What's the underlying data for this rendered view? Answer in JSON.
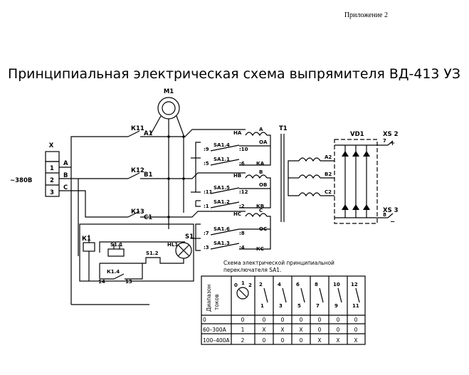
{
  "header": {
    "appendix": "Приложение 2"
  },
  "title": "Принципиальная электрическая схема выпрямителя ВД-413 УЗ",
  "labels": {
    "motor": "М1",
    "connector_x": "X",
    "voltage": "~380В",
    "term_1": "1",
    "term_2": "2",
    "term_3": "3",
    "phase_a": "A",
    "phase_b": "B",
    "phase_c": "C",
    "k11": "К11",
    "k12": "К12",
    "k13": "К13",
    "a1": "А1",
    "b1": "В1",
    "c1": "С1",
    "k1": "К1",
    "s11": "S1.1",
    "s12": "S1.2",
    "s1": "S1",
    "hl1": "HL1",
    "k14": "К1.4",
    "n14": "14",
    "n13": "13",
    "sa14": "SA1.4",
    "sa11": "SA1.1",
    "sa15": "SA1.5",
    "sa12": "SA1.2",
    "sa16": "SA1.6",
    "sa13": "SA1.3",
    "p9": ":9",
    "p10": ":10",
    "p5": ":5",
    "p6": ":6",
    "p11": ":11",
    "p12": ":12",
    "p1": ":1",
    "p2": ":2",
    "p7": ":7",
    "p8": ":8",
    "p3": ":3",
    "p4": ":4",
    "ha": "НА",
    "hb": "НВ",
    "hc": "НС",
    "oa": "ОА",
    "ka": "КА",
    "ob": "ОВ",
    "kb": "КВ",
    "oc": "ОС",
    "kc": "КС",
    "ta": "A",
    "tb": "B",
    "tc": "C",
    "t1": "Т1",
    "a2": "А2",
    "b2": "В2",
    "c2": "С2",
    "vd1": "VD1",
    "xs2": "XS 2",
    "xs3": "XS 3",
    "plus": "+",
    "minus": "−",
    "n7": "7",
    "n8": "8"
  },
  "switch_table": {
    "caption_line1": "Схема электрической принципиальной",
    "caption_line2": "переключателя SA1.",
    "range_header_line1": "Диапазон",
    "range_header_line2": "токов",
    "top_pins": [
      "2",
      "4",
      "6",
      "8",
      "10",
      "12"
    ],
    "bottom_pins": [
      "1",
      "3",
      "5",
      "7",
      "9",
      "11"
    ],
    "positions": [
      "0",
      "1",
      "2"
    ],
    "rows": [
      {
        "range": "0",
        "pos": "0",
        "cells": [
          "0",
          "0",
          "0",
          "0",
          "0",
          "0"
        ]
      },
      {
        "range": "60–300А",
        "pos": "1",
        "cells": [
          "X",
          "X",
          "X",
          "0",
          "0",
          "0"
        ]
      },
      {
        "range": "100–400А",
        "pos": "2",
        "cells": [
          "0",
          "0",
          "0",
          "X",
          "X",
          "X"
        ]
      }
    ]
  }
}
